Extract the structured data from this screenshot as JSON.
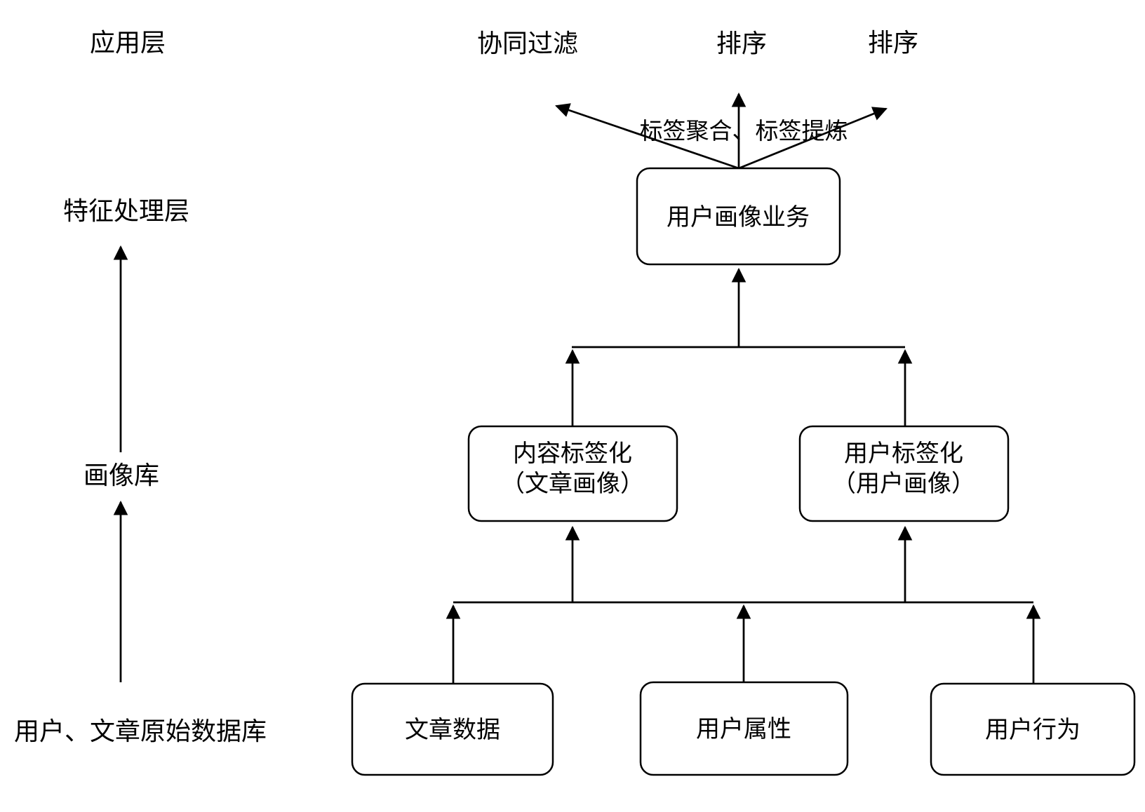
{
  "diagram": {
    "background": "#ffffff",
    "stroke_color": "#000000",
    "text_color": "#000000",
    "layer_labels": {
      "application": "应用层",
      "feature_processing": "特征处理层",
      "profile_store": "画像库",
      "raw_database": "用户、文章原始数据库"
    },
    "top_outputs": {
      "collaborative_filtering": "协同过滤",
      "ranking_1": "排序",
      "ranking_2": "排序"
    },
    "edge_label": "标签聚合、标签提炼",
    "nodes": {
      "profile_service": {
        "label": "用户画像业务"
      },
      "content_tagging": {
        "line1": "内容标签化",
        "line2": "（文章画像）"
      },
      "user_tagging": {
        "line1": "用户标签化",
        "line2": "（用户画像）"
      },
      "article_data": {
        "label": "文章数据"
      },
      "user_attributes": {
        "label": "用户属性"
      },
      "user_behavior": {
        "label": "用户行为"
      }
    }
  }
}
